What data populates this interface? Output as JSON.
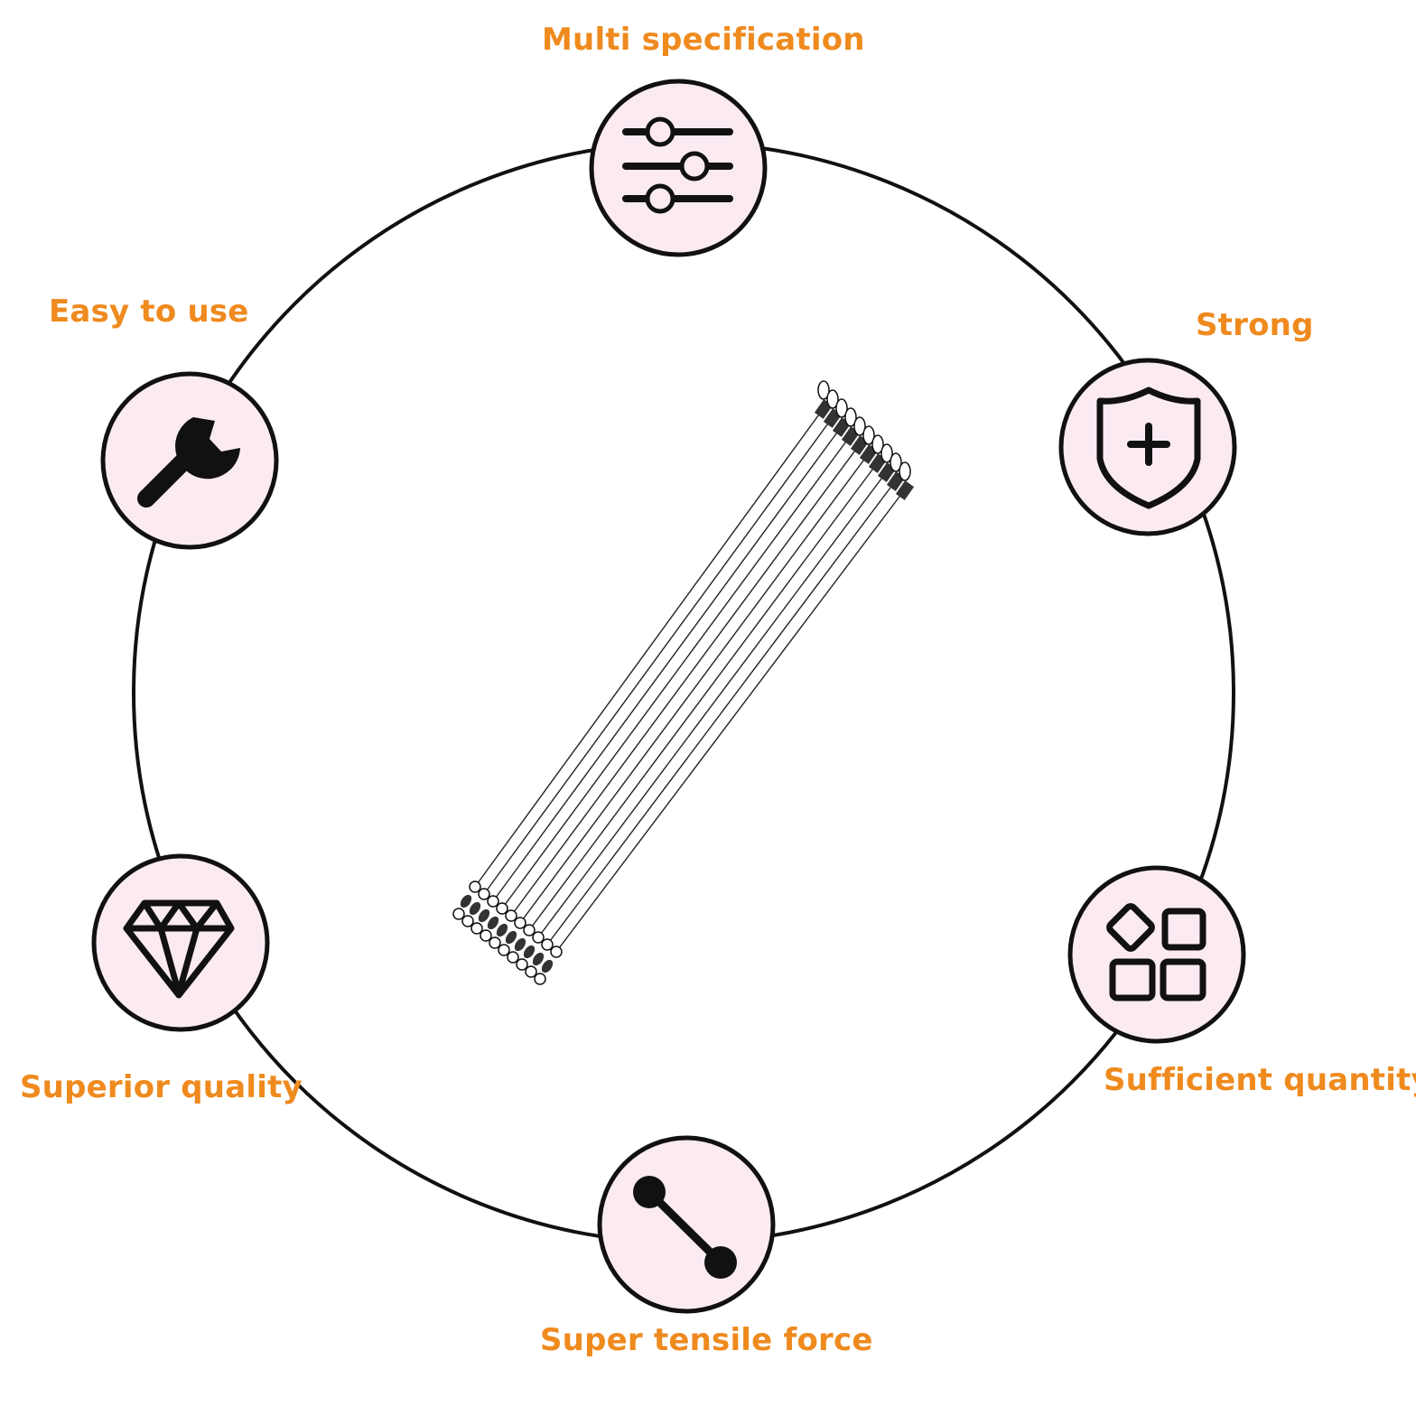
{
  "colors": {
    "label": "#ef8a1e",
    "node_fill": "#fbeaf2",
    "stroke": "#111111"
  },
  "features": {
    "multi_specification": {
      "label": "Multi specification",
      "icon": "sliders-icon"
    },
    "easy_to_use": {
      "label": "Easy to use",
      "icon": "wrench-icon"
    },
    "strong": {
      "label": "Strong",
      "icon": "shield-plus-icon"
    },
    "sufficient_quantity": {
      "label": "Sufficient quantity",
      "icon": "grid-blocks-icon"
    },
    "superior_quality": {
      "label": "Superior quality",
      "icon": "diamond-icon"
    },
    "super_tensile_force": {
      "label": "Super tensile force",
      "icon": "dumbbell-link-icon"
    }
  },
  "product": {
    "icon": "fishing-wire-leaders-image",
    "count": 10
  }
}
